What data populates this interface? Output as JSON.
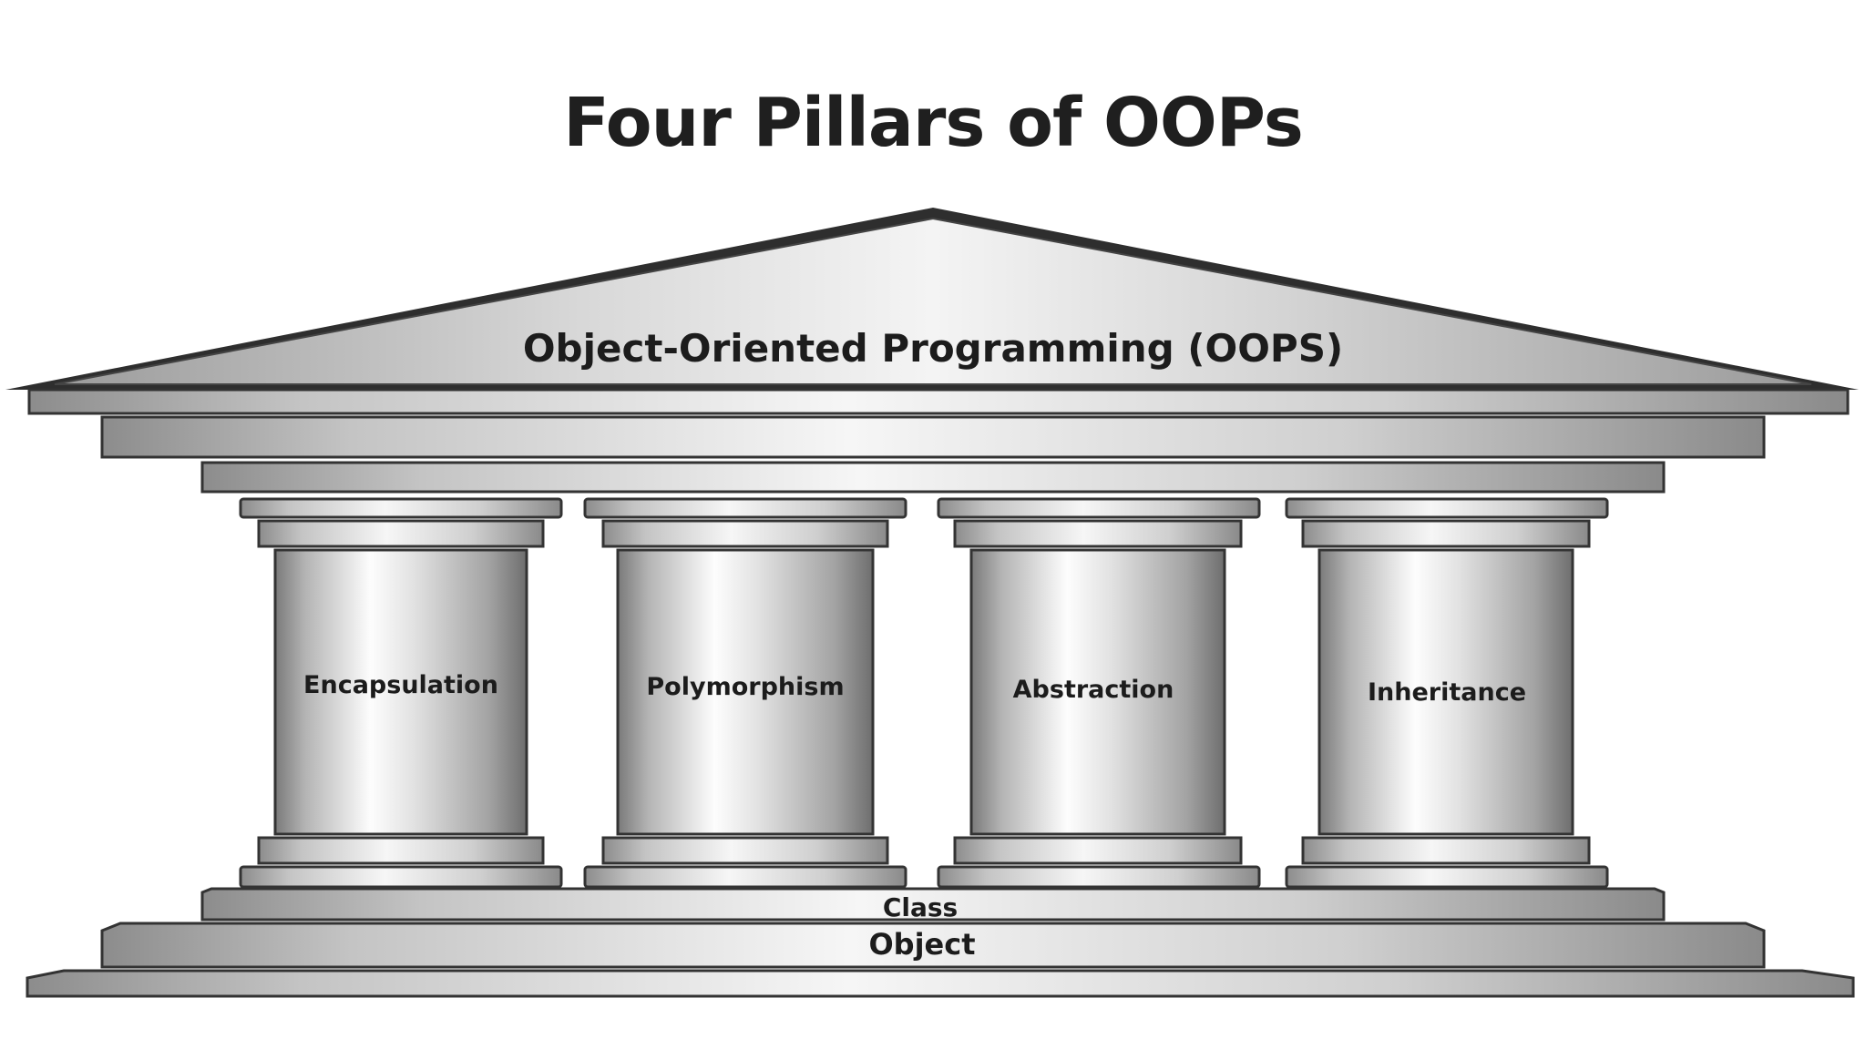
{
  "title": "Four Pillars of OOPs",
  "roof": {
    "label": "Object-Oriented Programming (OOPS)"
  },
  "pillars": [
    {
      "label": "Encapsulation"
    },
    {
      "label": "Polymorphism"
    },
    {
      "label": "Abstraction"
    },
    {
      "label": "Inheritance"
    }
  ],
  "foundation": {
    "class_label": "Class",
    "object_label": "Object"
  }
}
